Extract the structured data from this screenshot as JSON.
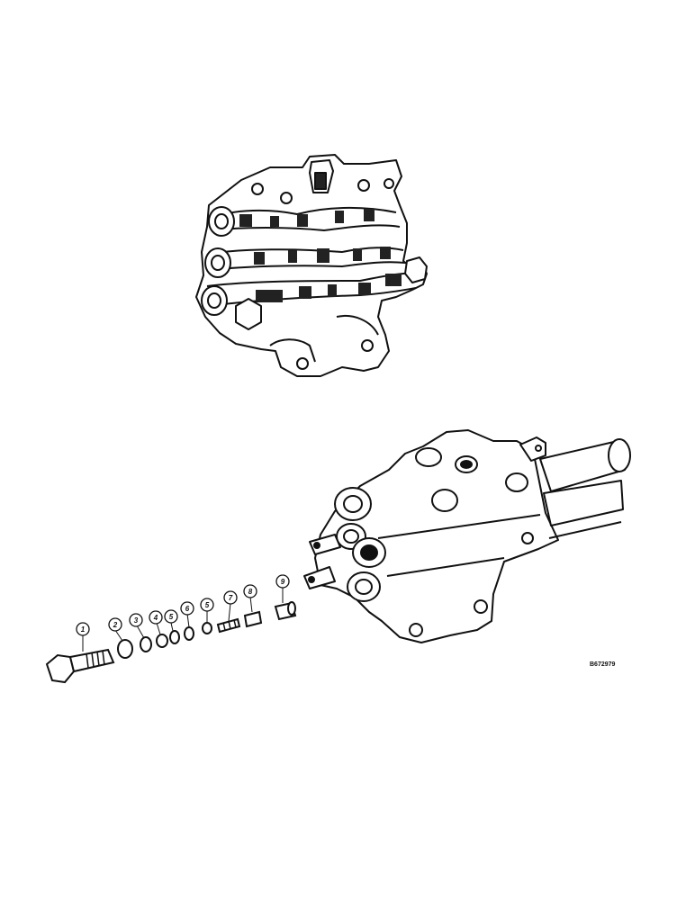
{
  "callouts": [
    {
      "label": "1"
    },
    {
      "label": "2"
    },
    {
      "label": "3"
    },
    {
      "label": "4"
    },
    {
      "label": "5"
    },
    {
      "label": "6"
    },
    {
      "label": "5"
    },
    {
      "label": "7"
    },
    {
      "label": "8"
    },
    {
      "label": "9"
    }
  ],
  "reference_code": "B672979",
  "colors": {
    "ink": "#111111",
    "paper": "#ffffff"
  }
}
